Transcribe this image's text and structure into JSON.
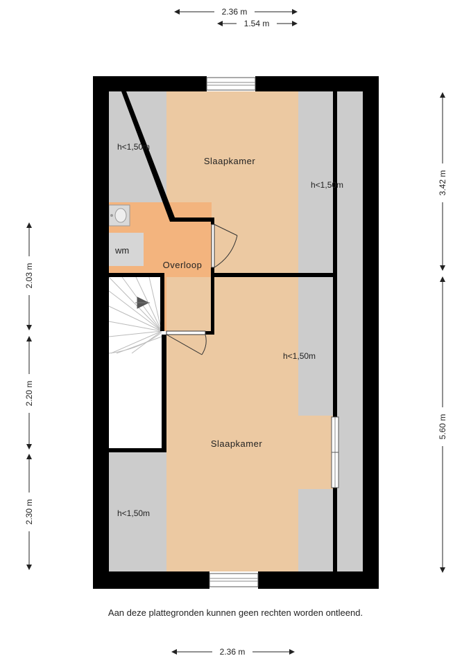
{
  "dimensions": {
    "top_outer": "2.36 m",
    "top_inner": "1.54 m",
    "left_upper": "2.03 m",
    "left_middle": "2.20 m",
    "left_lower": "2.30 m",
    "right_upper": "3.42 m",
    "right_lower": "5.60 m",
    "bottom": "2.36 m"
  },
  "rooms": {
    "slaapkamer_top": "Slaapkamer",
    "slaapkamer_bottom": "Slaapkamer",
    "overloop": "Overloop",
    "wm": "wm"
  },
  "heights": {
    "top_left": "h<1,50m",
    "top_right": "h<1,50m",
    "middle_right": "h<1,50m",
    "bottom_left": "h<1,50m"
  },
  "disclaimer": "Aan deze plattegronden kunnen geen rechten worden ontleend.",
  "colors": {
    "wall": "#000000",
    "bedroom": "#ecc9a2",
    "landing": "#f3b47e",
    "low_ceiling": "#cccccc"
  }
}
